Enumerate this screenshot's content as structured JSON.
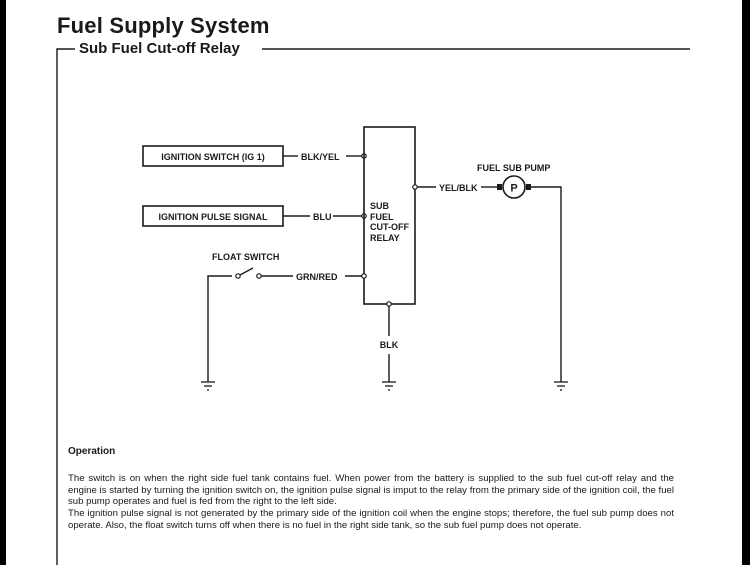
{
  "header": {
    "title": "Fuel Supply System",
    "section": "Sub Fuel Cut-off Relay"
  },
  "diagram": {
    "ignition_switch": "IGNITION SWITCH (IG 1)",
    "ignition_pulse_signal": "IGNITION PULSE SIGNAL",
    "float_switch": "FLOAT SWITCH",
    "relay_lines": [
      "SUB",
      "FUEL",
      "CUT-OFF",
      "RELAY"
    ],
    "fuel_sub_pump": "FUEL SUB PUMP",
    "pump_symbol": "P",
    "wires": {
      "ignition": "BLK/YEL",
      "pulse": "BLU",
      "float": "GRN/RED",
      "pump": "YEL/BLK",
      "ground": "BLK"
    }
  },
  "operation": {
    "heading": "Operation",
    "paragraph_1": "The switch is on when the right side fuel tank contains fuel. When power from the battery is supplied to the sub fuel cut-off relay and the engine is started by turning the ignition switch on, the ignition pulse signal is imput to the relay from the primary side of the ignition coil, the fuel sub pump operates and fuel is fed from the right to the left side.",
    "paragraph_2": "The ignition pulse signal is not generated by the primary side of the ignition coil when the engine stops; therefore, the fuel sub pump does not operate. Also, the float switch turns off when there is no fuel in the right side tank, so the sub fuel pump does not operate."
  },
  "colors": {
    "ink": "#1a1a1a",
    "paper": "#ffffff"
  }
}
